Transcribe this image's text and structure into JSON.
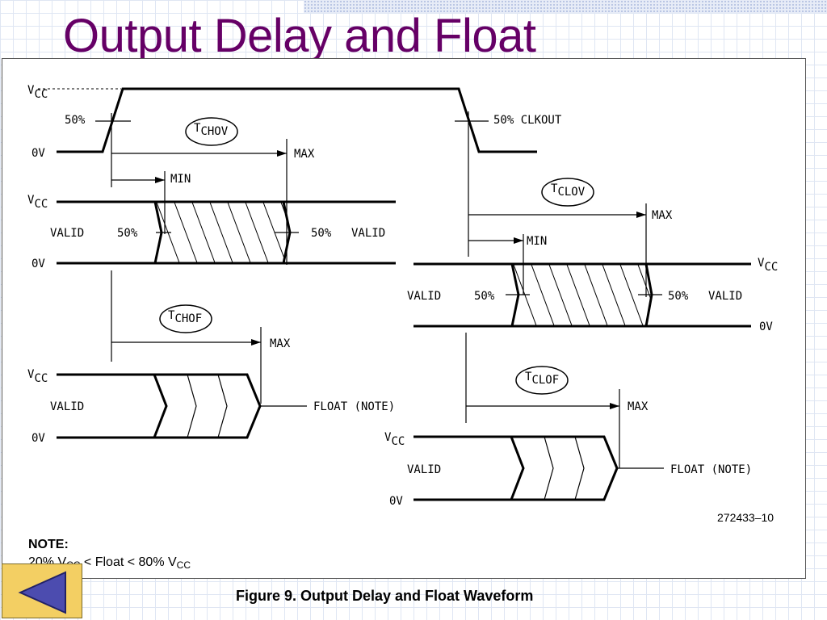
{
  "slide": {
    "title": "Output Delay and Float"
  },
  "figure": {
    "id": "272433–10",
    "caption": "Figure 9. Output Delay and Float Waveform",
    "note_label": "NOTE:",
    "note": {
      "p1": "20% V",
      "sub1": "CC",
      "p2": " < Float < 80% V",
      "sub2": "CC"
    }
  },
  "labels": {
    "v": "V",
    "cc": "CC",
    "zero_v": "0V",
    "valid": "VALID",
    "pct50": "50%",
    "pct50_clkout": "50% CLKOUT",
    "max": "MAX",
    "min": "MIN",
    "float_note": "FLOAT (NOTE)",
    "t": "T",
    "chov": "CHOV",
    "chof": "CHOF",
    "clov": "CLOV",
    "clof": "CLOF"
  },
  "colors": {
    "title": "#660066",
    "nav_button": "#f3cf63",
    "nav_arrow": "#4c4caf"
  },
  "navigation": {
    "back_icon": "triangle-left-icon"
  }
}
